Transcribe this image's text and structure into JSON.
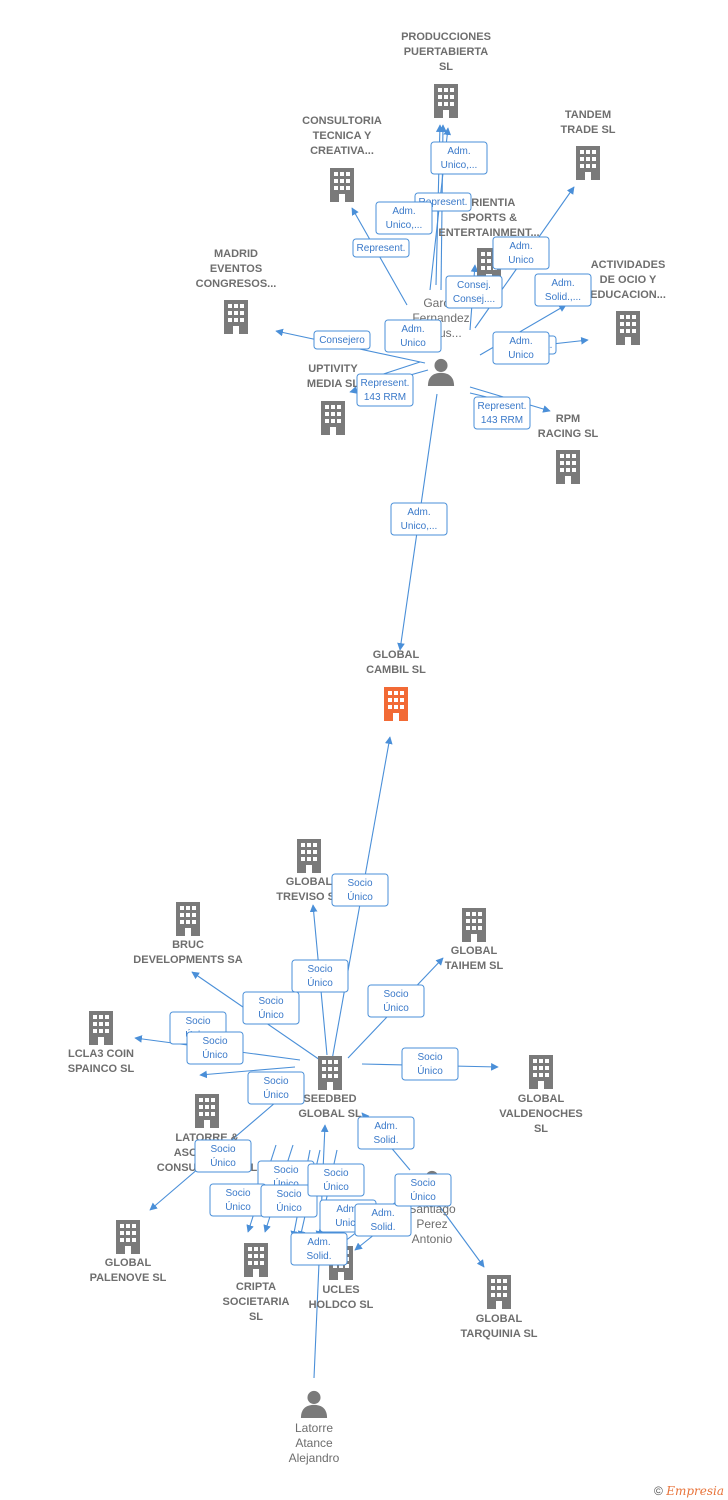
{
  "colors": {
    "company": "#7a7a7a",
    "focus": "#f26a35",
    "person": "#7a7a7a",
    "edge": "#4a8fd8"
  },
  "icons": {
    "company": "building-icon",
    "person": "person-icon"
  },
  "footer": {
    "copyright": "©",
    "brand": "Empresia"
  },
  "nodes": [
    {
      "id": "producciones",
      "type": "company",
      "lines": [
        "PRODUCCIONES",
        "PUERTABIERTA",
        "SL"
      ]
    },
    {
      "id": "consultoria",
      "type": "company",
      "lines": [
        "CONSULTORIA",
        "TECNICA Y",
        "CREATIVA..."
      ]
    },
    {
      "id": "tandem",
      "type": "company",
      "lines": [
        "TANDEM",
        "TRADE  SL"
      ]
    },
    {
      "id": "orientia",
      "type": "company",
      "lines": [
        "ORIENTIA",
        "SPORTS &",
        "ENTERTAINMENT..."
      ]
    },
    {
      "id": "madrid",
      "type": "company",
      "lines": [
        "MADRID",
        "EVENTOS",
        "CONGRESOS..."
      ]
    },
    {
      "id": "actividades",
      "type": "company",
      "lines": [
        "ACTIVIDADES",
        "DE OCIO Y",
        "EDUCACION..."
      ]
    },
    {
      "id": "garcia",
      "type": "person",
      "lines": [
        "Garcia",
        "Fernandez",
        "Jesus..."
      ]
    },
    {
      "id": "uptivity",
      "type": "company",
      "lines": [
        "UPTIVITY",
        "MEDIA  SL"
      ]
    },
    {
      "id": "rpm",
      "type": "company",
      "lines": [
        "RPM",
        "RACING SL"
      ]
    },
    {
      "id": "global_cambil",
      "type": "focus",
      "lines": [
        "GLOBAL",
        "CAMBIL  SL"
      ]
    },
    {
      "id": "global_treviso",
      "type": "company",
      "lines": [
        "GLOBAL",
        "TREVISO  SL"
      ]
    },
    {
      "id": "bruc",
      "type": "company",
      "lines": [
        "BRUC",
        "DEVELOPMENTS SA"
      ]
    },
    {
      "id": "global_taihem",
      "type": "company",
      "lines": [
        "GLOBAL",
        "TAIHEM SL"
      ]
    },
    {
      "id": "lcla3",
      "type": "company",
      "lines": [
        "LCLA3 COIN",
        "SPAINCO  SL"
      ]
    },
    {
      "id": "seedbed",
      "type": "company",
      "lines": [
        "SEEDBED",
        "GLOBAL  SL"
      ]
    },
    {
      "id": "global_valdenoches",
      "type": "company",
      "lines": [
        "GLOBAL",
        "VALDENOCHES",
        "SL"
      ]
    },
    {
      "id": "latorre_asoc",
      "type": "company",
      "lines": [
        "LATORRE &",
        "ASOCIADOS",
        "CONSULTORES SL"
      ]
    },
    {
      "id": "santiago",
      "type": "person",
      "lines": [
        "Santiago",
        "Perez",
        "Antonio"
      ]
    },
    {
      "id": "global_palenove",
      "type": "company",
      "lines": [
        "GLOBAL",
        "PALENOVE  SL"
      ]
    },
    {
      "id": "cripta",
      "type": "company",
      "lines": [
        "CRIPTA",
        "SOCIETARIA",
        "SL"
      ]
    },
    {
      "id": "ucles",
      "type": "company",
      "lines": [
        "UCLES",
        "HOLDCO  SL"
      ]
    },
    {
      "id": "global_tarquinia",
      "type": "company",
      "lines": [
        "GLOBAL",
        "TARQUINIA  SL"
      ]
    },
    {
      "id": "latorre_atance",
      "type": "person",
      "lines": [
        "Latorre",
        "Atance",
        "Alejandro"
      ]
    }
  ],
  "edges": [
    {
      "from": "garcia",
      "to": "producciones",
      "lines": [
        "Adm.",
        "Unico,..."
      ]
    },
    {
      "from": "garcia",
      "to": "producciones",
      "lines": [
        "Represent."
      ]
    },
    {
      "from": "garcia",
      "to": "producciones",
      "lines": [
        "Adm.",
        "Unico,..."
      ]
    },
    {
      "from": "garcia",
      "to": "consultoria",
      "lines": [
        "Represent."
      ]
    },
    {
      "from": "garcia",
      "to": "tandem",
      "lines": [
        "Adm.",
        "Unico"
      ]
    },
    {
      "from": "garcia",
      "to": "orientia",
      "lines": [
        "Consej.",
        "Consej...."
      ]
    },
    {
      "from": "garcia",
      "to": "madrid",
      "lines": [
        "Consejero"
      ]
    },
    {
      "from": "garcia",
      "to": "actividades",
      "lines": [
        "Adm.",
        "Solid.,..."
      ]
    },
    {
      "from": "garcia",
      "to": "actividades",
      "lines": [
        "Represent."
      ]
    },
    {
      "from": "garcia",
      "to": "uptivity",
      "lines": [
        "Adm.",
        "Unico"
      ]
    },
    {
      "from": "garcia",
      "to": "uptivity",
      "lines": [
        "Represent.",
        "143 RRM"
      ]
    },
    {
      "from": "garcia",
      "to": "rpm",
      "lines": [
        "Adm.",
        "Unico"
      ]
    },
    {
      "from": "garcia",
      "to": "rpm",
      "lines": [
        "Represent.",
        "143 RRM"
      ]
    },
    {
      "from": "garcia",
      "to": "global_cambil",
      "lines": [
        "Adm.",
        "Unico,..."
      ]
    },
    {
      "from": "seedbed",
      "to": "global_cambil",
      "lines": [
        "Socio",
        "Único"
      ]
    },
    {
      "from": "seedbed",
      "to": "global_treviso",
      "lines": [
        "Socio",
        "Único"
      ]
    },
    {
      "from": "seedbed",
      "to": "bruc",
      "lines": [
        "Socio",
        "Único"
      ]
    },
    {
      "from": "seedbed",
      "to": "global_taihem",
      "lines": [
        "Socio",
        "Único"
      ]
    },
    {
      "from": "seedbed",
      "to": "lcla3",
      "lines": [
        "Socio",
        "Único"
      ]
    },
    {
      "from": "seedbed",
      "to": "lcla3",
      "lines": [
        "Socio",
        "Único"
      ]
    },
    {
      "from": "seedbed",
      "to": "global_valdenoches",
      "lines": [
        "Socio",
        "Único"
      ]
    },
    {
      "from": "seedbed",
      "to": "global_palenove",
      "lines": [
        "Socio",
        "Único"
      ]
    },
    {
      "from": "seedbed",
      "to": "cripta",
      "lines": [
        "Socio",
        "Único"
      ]
    },
    {
      "from": "seedbed",
      "to": "cripta",
      "lines": [
        "Socio",
        "Único"
      ]
    },
    {
      "from": "seedbed",
      "to": "cripta",
      "lines": [
        "Socio",
        "Único"
      ]
    },
    {
      "from": "seedbed",
      "to": "cripta",
      "lines": [
        "Socio",
        "Único"
      ]
    },
    {
      "from": "seedbed",
      "to": "ucles",
      "lines": [
        "Socio",
        "Único"
      ]
    },
    {
      "from": "santiago",
      "to": "seedbed",
      "lines": [
        "Adm.",
        "Solid."
      ]
    },
    {
      "from": "santiago",
      "to": "ucles",
      "lines": [
        "Adm.",
        "Unico"
      ]
    },
    {
      "from": "santiago",
      "to": "ucles",
      "lines": [
        "Adm.",
        "Solid."
      ]
    },
    {
      "from": "santiago",
      "to": "global_tarquinia",
      "lines": [
        "Socio",
        "Único"
      ]
    },
    {
      "from": "latorre_atance",
      "to": "seedbed",
      "lines": [
        "Adm.",
        "Solid."
      ]
    }
  ]
}
